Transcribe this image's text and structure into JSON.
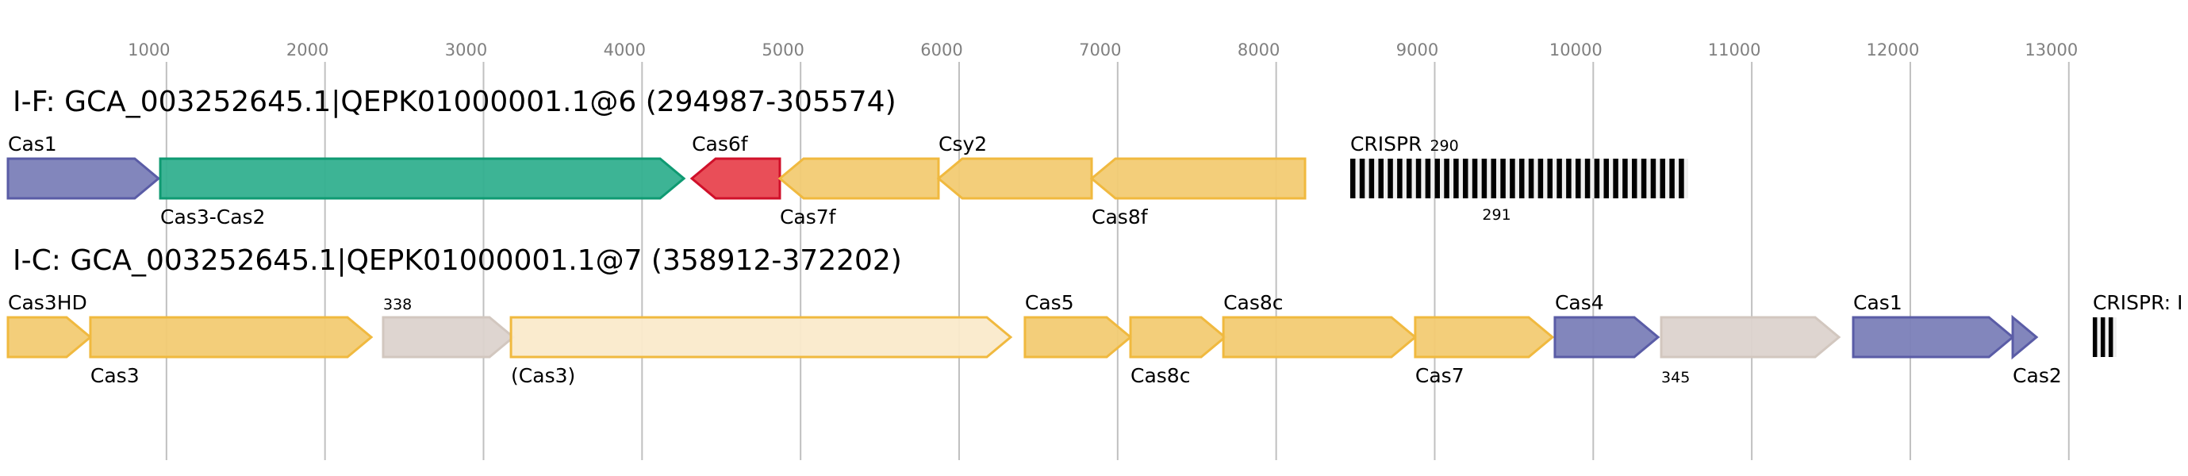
{
  "axis": {
    "ticks": [
      1000,
      2000,
      3000,
      4000,
      5000,
      6000,
      7000,
      8000,
      9000,
      10000,
      11000,
      12000,
      13000
    ]
  },
  "colors": {
    "blue": {
      "fill": "#7b7fb8",
      "stroke": "#5a5ca6"
    },
    "green": {
      "fill": "#33b08f",
      "stroke": "#0f9a72"
    },
    "red": {
      "fill": "#e8444f",
      "stroke": "#d0102a"
    },
    "yellow": {
      "fill": "#f2cb73",
      "stroke": "#f0b93f"
    },
    "gray": {
      "fill": "#dcd3cd",
      "stroke": "#d2c7bf"
    },
    "light": {
      "fill": "#faeacb",
      "stroke": "#f0b93f"
    }
  },
  "loci": [
    {
      "title": "I-F: GCA_003252645.1|QEPK01000001.1@6 (294987-305574)",
      "genes": [
        {
          "name": "Cas1",
          "start": 0,
          "end": 950,
          "strand": 1,
          "color": "blue",
          "label_pos": "above"
        },
        {
          "name": "Cas3-Cas2",
          "start": 961,
          "end": 4264,
          "strand": 1,
          "color": "green",
          "label_pos": "below"
        },
        {
          "name": "Cas6f",
          "start": 4314,
          "end": 4869,
          "strand": -1,
          "color": "red",
          "label_pos": "above"
        },
        {
          "name": "Cas7f",
          "start": 4869,
          "end": 5870,
          "strand": -1,
          "color": "yellow",
          "label_pos": "below"
        },
        {
          "name": "Csy2",
          "start": 5870,
          "end": 6836,
          "strand": -1,
          "color": "yellow",
          "label_pos": "above"
        },
        {
          "name": "Cas8f",
          "start": 6836,
          "end": 8182,
          "strand": -1,
          "color": "yellow",
          "label_pos": "below"
        }
      ],
      "crisprs": [
        {
          "name": "CRISPR",
          "start": 8467,
          "end": 10599,
          "repeats": 36
        }
      ],
      "notes": [
        {
          "text": "290",
          "pos": 8800,
          "where": "above"
        },
        {
          "text": "291",
          "pos": 9300,
          "where": "below"
        }
      ]
    },
    {
      "title": "I-C: GCA_003252645.1|QEPK01000001.1@7 (358912-372202)",
      "genes": [
        {
          "name": "Cas3HD",
          "start": 0,
          "end": 520,
          "strand": 1,
          "color": "yellow",
          "label_pos": "above"
        },
        {
          "name": "Cas3",
          "start": 520,
          "end": 2292,
          "strand": 1,
          "color": "yellow",
          "label_pos": "below"
        },
        {
          "name": "338",
          "start": 2367,
          "end": 3188,
          "strand": 1,
          "color": "gray",
          "label_pos": "above",
          "small": true
        },
        {
          "name": "(Cas3)",
          "start": 3173,
          "end": 6325,
          "strand": 1,
          "color": "light",
          "label_pos": "below"
        },
        {
          "name": "Cas5",
          "start": 6415,
          "end": 7081,
          "strand": 1,
          "color": "yellow",
          "label_pos": "above"
        },
        {
          "name": "Cas8c",
          "start": 7081,
          "end": 7677,
          "strand": 1,
          "color": "yellow",
          "label_pos": "below"
        },
        {
          "name": "Cas8c",
          "start": 7667,
          "end": 8877,
          "strand": 1,
          "color": "yellow",
          "label_pos": "above"
        },
        {
          "name": "Cas7",
          "start": 8877,
          "end": 9743,
          "strand": 1,
          "color": "yellow",
          "label_pos": "below"
        },
        {
          "name": "Cas4",
          "start": 9758,
          "end": 10409,
          "strand": 1,
          "color": "blue",
          "label_pos": "above"
        },
        {
          "name": "345",
          "start": 10429,
          "end": 11550,
          "strand": 1,
          "color": "gray",
          "label_pos": "below",
          "small": true
        },
        {
          "name": "Cas1",
          "start": 11640,
          "end": 12646,
          "strand": 1,
          "color": "blue",
          "label_pos": "above"
        },
        {
          "name": "Cas2",
          "start": 12646,
          "end": 12796,
          "strand": 1,
          "color": "blue",
          "label_pos": "below"
        }
      ],
      "crisprs": [
        {
          "name": "CRISPR: I",
          "start": 13151,
          "end": 13301,
          "repeats": 3
        }
      ],
      "notes": []
    }
  ]
}
